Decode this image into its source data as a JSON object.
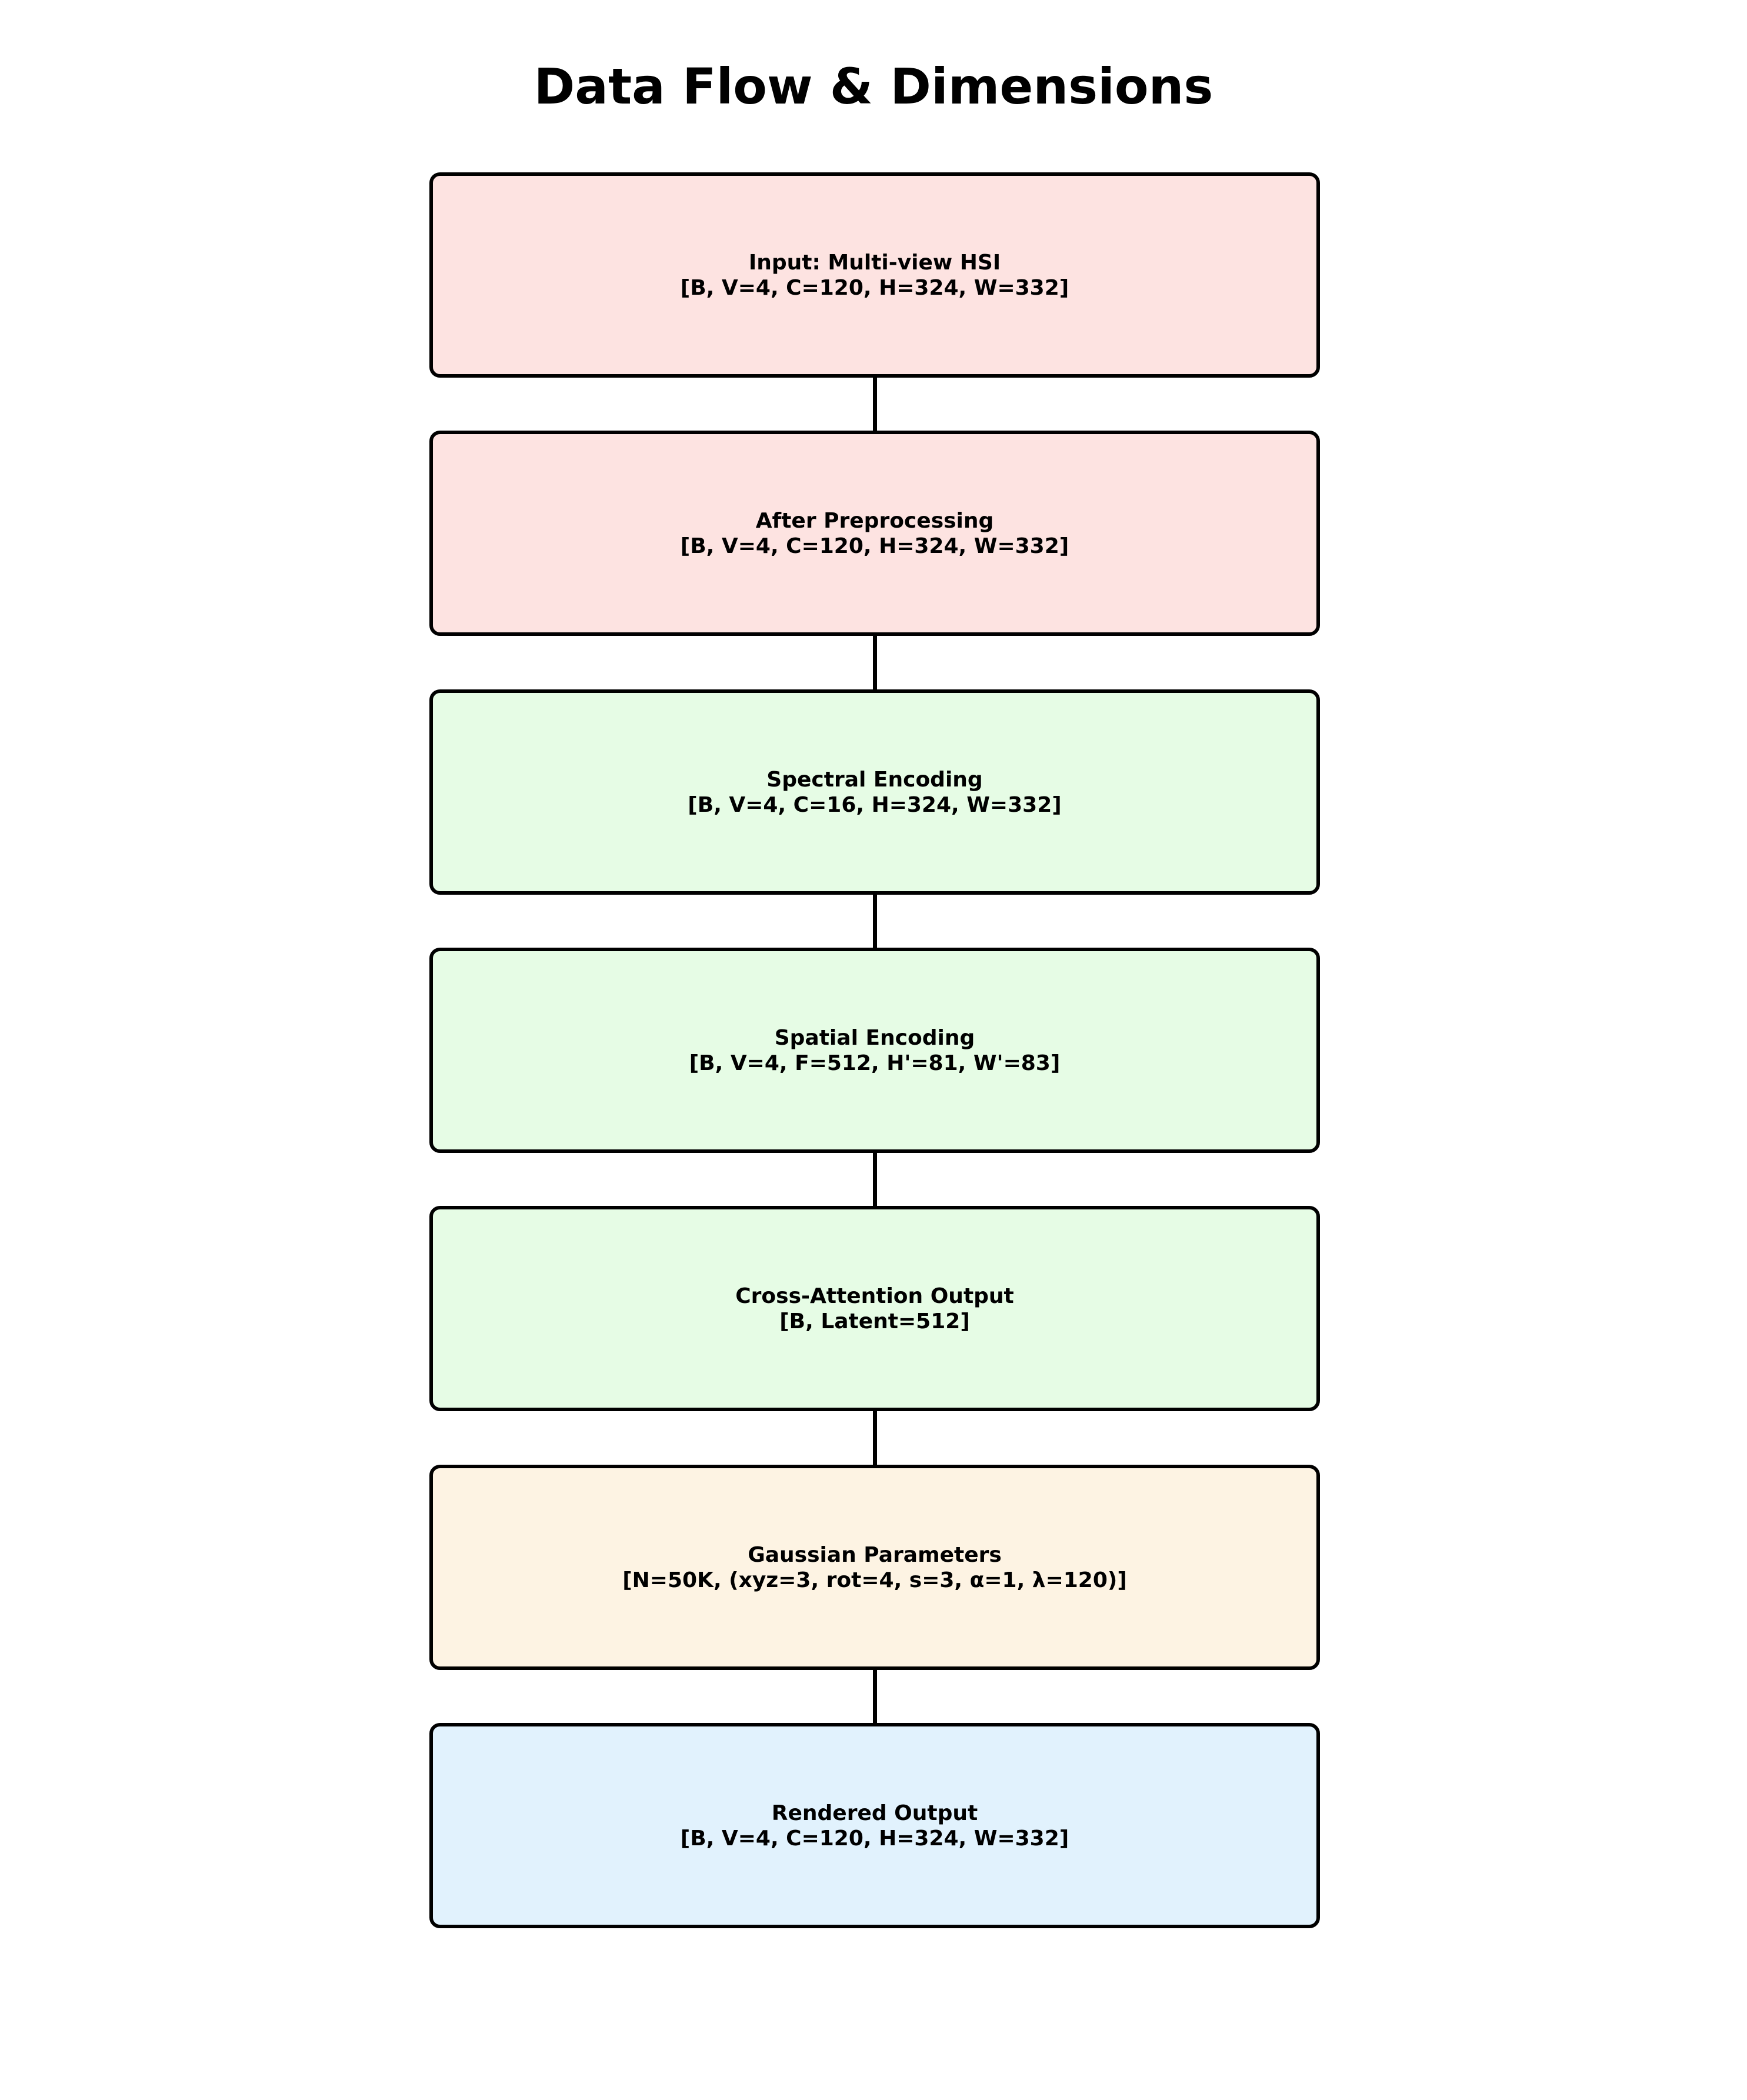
{
  "diagram": {
    "title": "Data Flow & Dimensions",
    "stages": [
      {
        "id": "input",
        "label": "Input: Multi-view HSI",
        "dims": "[B, V=4, C=120, H=324, W=332]",
        "fill": "#fde3e1"
      },
      {
        "id": "preprocessing",
        "label": "After Preprocessing",
        "dims": "[B, V=4, C=120, H=324, W=332]",
        "fill": "#fde3e1"
      },
      {
        "id": "spectral-encoding",
        "label": "Spectral Encoding",
        "dims": "[B, V=4, C=16, H=324, W=332]",
        "fill": "#e6fce5"
      },
      {
        "id": "spatial-encoding",
        "label": "Spatial Encoding",
        "dims": "[B, V=4, F=512, H'=81, W'=83]",
        "fill": "#e6fce5"
      },
      {
        "id": "cross-attention",
        "label": "Cross-Attention Output",
        "dims": "[B, Latent=512]",
        "fill": "#e6fce5"
      },
      {
        "id": "gaussian-parameters",
        "label": "Gaussian Parameters",
        "dims": "[N=50K, (xyz=3, rot=4, s=3, α=1, λ=120)]",
        "fill": "#fdf3e3"
      },
      {
        "id": "rendered-output",
        "label": "Rendered Output",
        "dims": "[B, V=4, C=120, H=324, W=332]",
        "fill": "#e1f2fd"
      }
    ],
    "edges": [
      {
        "from": "input",
        "to": "preprocessing"
      },
      {
        "from": "preprocessing",
        "to": "spectral-encoding"
      },
      {
        "from": "spectral-encoding",
        "to": "spatial-encoding"
      },
      {
        "from": "spatial-encoding",
        "to": "cross-attention"
      },
      {
        "from": "cross-attention",
        "to": "gaussian-parameters"
      },
      {
        "from": "gaussian-parameters",
        "to": "rendered-output"
      }
    ]
  }
}
